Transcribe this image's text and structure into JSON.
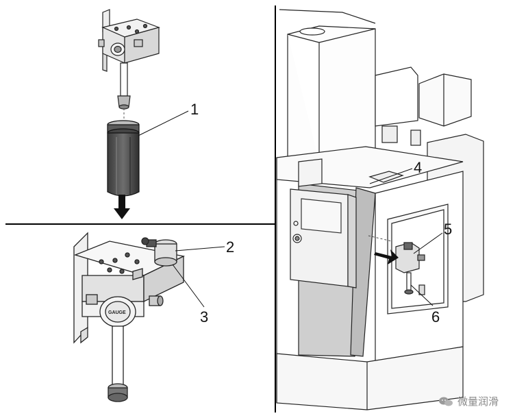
{
  "callouts": {
    "c1": "1",
    "c2": "2",
    "c3": "3",
    "c4": "4",
    "c5": "5",
    "c6": "6"
  },
  "labels": {
    "gauge": "GAUGE"
  },
  "watermark": {
    "text": "微量润滑",
    "icon": "wechat-icon"
  }
}
